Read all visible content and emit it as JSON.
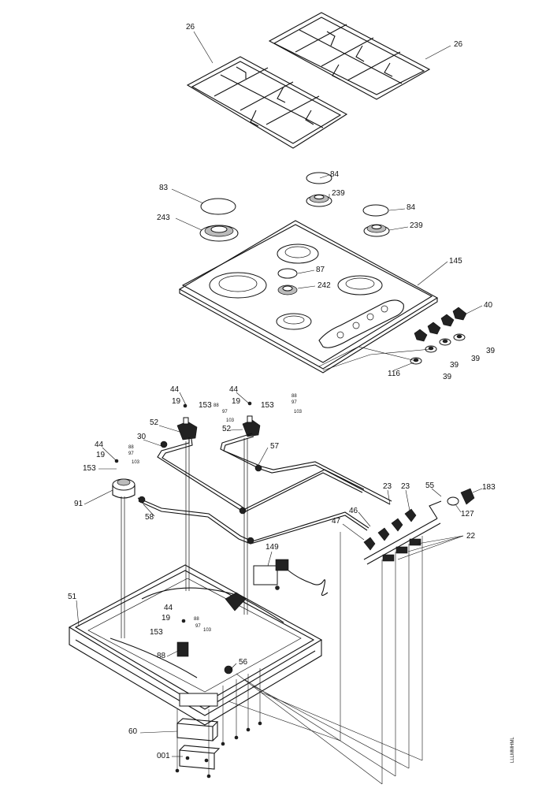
{
  "labels": {
    "l26a": "26",
    "l26b": "26",
    "l83": "83",
    "l84a": "84",
    "l84b": "84",
    "l239a": "239",
    "l239b": "239",
    "l243": "243",
    "l145": "145",
    "l87top": "87",
    "l242": "242",
    "l40": "40",
    "l39a": "39",
    "l39b": "39",
    "l39c": "39",
    "l39d": "39",
    "l116": "116",
    "l44a": "44",
    "l44b": "44",
    "l44c": "44",
    "l44d": "44",
    "l19a": "19",
    "l19b": "19",
    "l19c": "19",
    "l19d": "19",
    "l153a": "153",
    "l153b": "153",
    "l153c": "153",
    "l153d": "153",
    "l52a": "52",
    "l52b": "52",
    "l30": "30",
    "l57": "57",
    "l91": "91",
    "l58": "58",
    "l23a": "23",
    "l23b": "23",
    "l55": "55",
    "l183": "183",
    "l46": "46",
    "l47": "47",
    "l127": "127",
    "l22": "22",
    "l149": "149",
    "l51": "51",
    "l88": "88",
    "l56": "56",
    "l60": "60",
    "l001": "001",
    "s88a": "88",
    "s97a": "97",
    "s103a": "103",
    "s88b": "88",
    "s97b": "97",
    "s103b": "103",
    "s88c": "88",
    "s97c": "97",
    "s103c": "103",
    "s88d": "88",
    "s97d": "97",
    "s103d": "103"
  },
  "margin_code": "LLLMMHML"
}
